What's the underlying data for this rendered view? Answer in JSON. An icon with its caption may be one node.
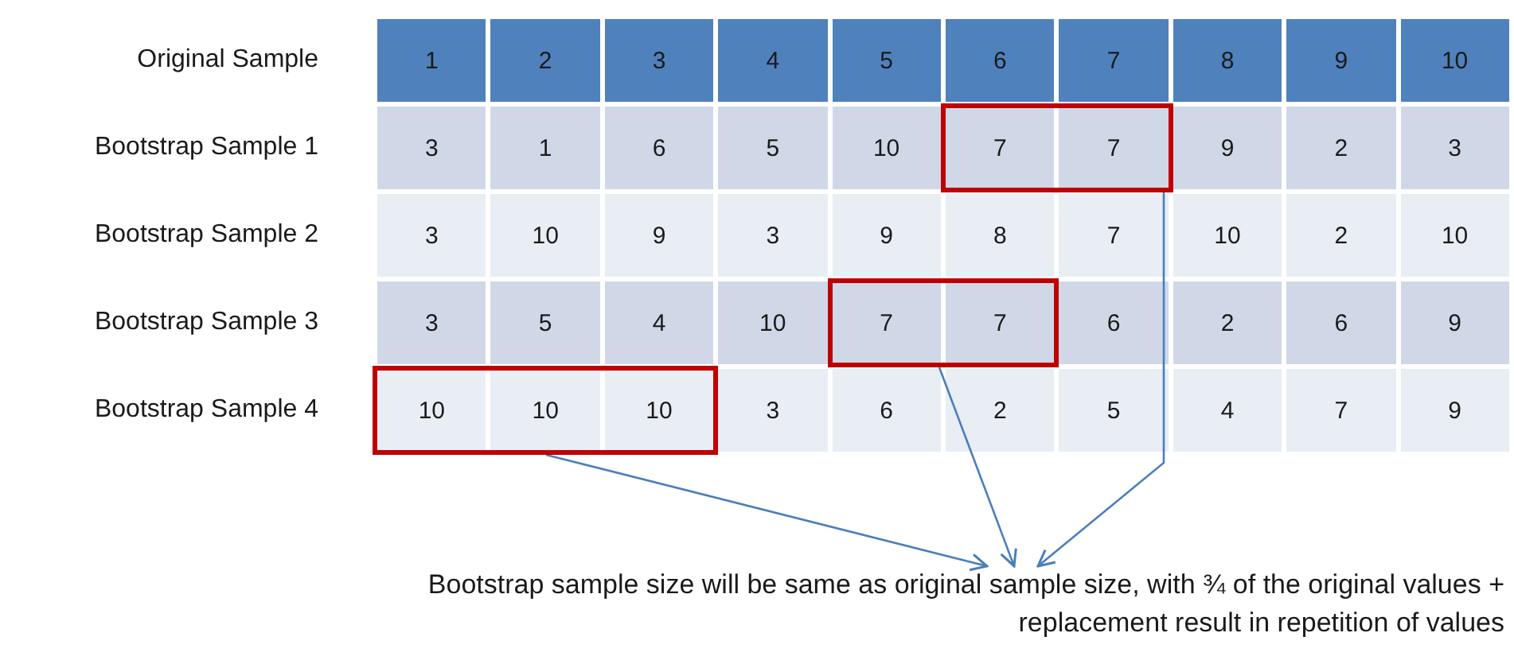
{
  "diagram": {
    "nodes": [
      {
        "text": [],
        "shape": "box"
      },
      {
        "text": [],
        "shape": "box"
      },
      {
        "text": [],
        "shape": "box"
      },
      {
        "text": [
          "Bootstrap sample size will be same as original sample size, with ¾ of the original values + replacement result in repetition of values"
        ]
      }
    ],
    "edges": [
      {
        "from": 2,
        "to": 3,
        "arrow": "to"
      },
      {
        "from": 1,
        "to": 3,
        "arrow": "to"
      },
      {
        "from": 0,
        "to": 3,
        "arrow": "to"
      }
    ],
    "labels": [
      "Original Sample",
      "1",
      "2",
      "3",
      "4",
      "5",
      "6",
      "7",
      "8",
      "9",
      "10",
      "Bootstrap Sample 1",
      "3",
      "1",
      "6",
      "5",
      "10",
      "7",
      "7",
      "9",
      "2",
      "3",
      "Bootstrap Sample 2",
      "3",
      "10",
      "9",
      "3",
      "9",
      "8",
      "7",
      "10",
      "2",
      "10",
      "Bootstrap Sample 3",
      "3",
      "5",
      "4",
      "10",
      "7",
      "7",
      "6",
      "2",
      "6",
      "9",
      "Bootstrap Sample 4",
      "10",
      "10",
      "10",
      "3",
      "6",
      "2",
      "5",
      "4",
      "7",
      "9"
    ]
  }
}
